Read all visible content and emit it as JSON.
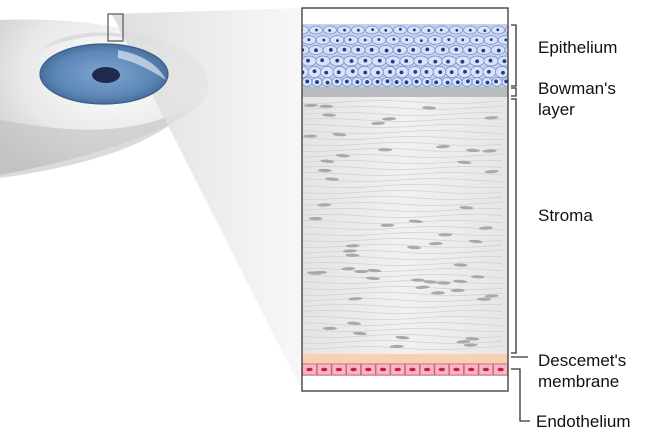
{
  "labels": {
    "epithelium": "Epithelium",
    "bowmans_line1": "Bowman's",
    "bowmans_line2": "layer",
    "stroma": "Stroma",
    "descemets_line1": "Descemet's",
    "descemets_line2": "membrane",
    "endothelium": "Endothelium"
  },
  "colors": {
    "epithelium_fill": "#c4d2ef",
    "epithelium_cell_stroke": "#6f88c9",
    "epithelium_nucleus": "#1f3b8a",
    "bowmans_fill": "#b9bcbf",
    "stroma_fill": "#ececec",
    "stroma_fiber": "#d2d2d2",
    "keratocyte": "#a9a9a9",
    "descemets_fill": "#f6d3ae",
    "endothelium_fill": "#f3b8c4",
    "endothelium_cell_stroke": "#cf5f78",
    "endothelium_nucleus": "#c41f48",
    "iris": "#5b86b6",
    "pupil": "#1e2a4e",
    "bracket": "#333333",
    "text": "#111111"
  }
}
